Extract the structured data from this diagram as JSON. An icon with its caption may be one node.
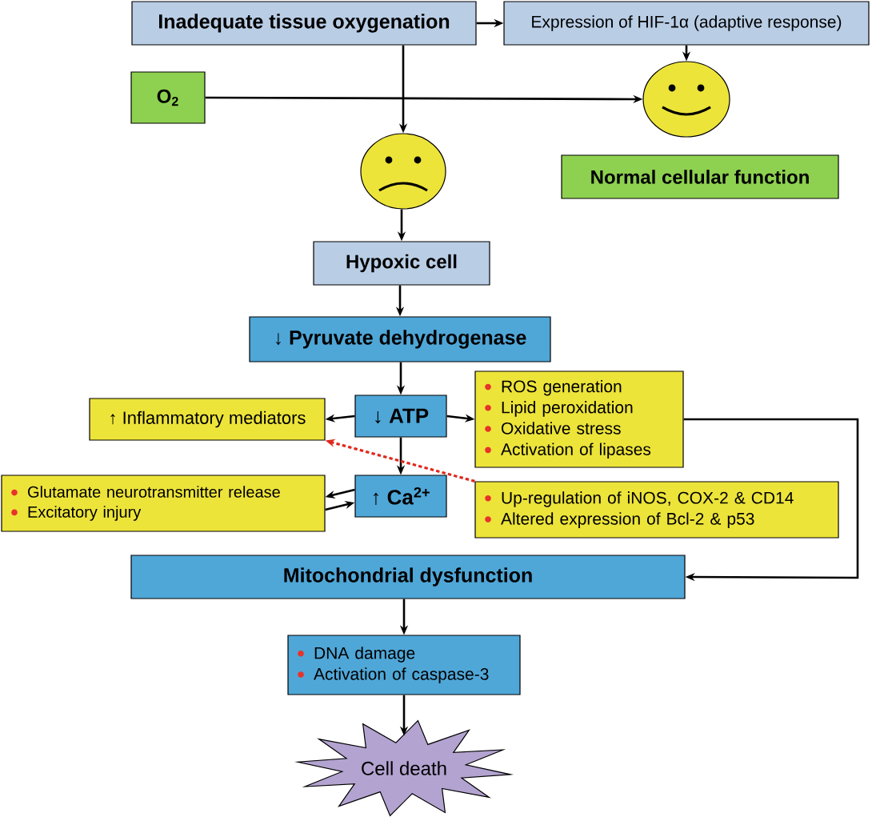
{
  "diagram": {
    "nodes": [
      {
        "text": [
          "Inadequate tissue oxygenation"
        ]
      },
      {
        "text": [
          "Expression of HIF-1α (adaptive response)"
        ]
      },
      {
        "text": [
          "O$_{2}$"
        ]
      },
      {
        "text": [],
        "shape": "circle"
      },
      {
        "text": [],
        "shape": "circle"
      },
      {
        "text": [
          "Normal cellular function"
        ]
      },
      {
        "text": [
          "Hypoxic cell"
        ]
      },
      {
        "text": [
          "↓ Pyruvate dehydrogenase"
        ]
      },
      {
        "text": [
          "↓ ATP"
        ]
      },
      {
        "text": [
          "↑ Inflammatory mediators"
        ]
      },
      {
        "text": [
          "ROS generation",
          "Lipid peroxidation",
          "Oxidative stress",
          "Activation of lipases"
        ]
      },
      {
        "text": [
          "↑ Ca$^{2+}$"
        ]
      },
      {
        "text": [
          "Glutamate neurotransmitter release",
          "Excitatory injury"
        ]
      },
      {
        "text": [
          "Up-regulation of iNOS, COX-2 & CD14",
          "Altered expression of Bcl-2 & p53"
        ]
      },
      {
        "text": [
          "Mitochondrial dysfunction"
        ]
      },
      {
        "text": [
          "DNA damage",
          "Activation of caspase-3"
        ]
      },
      {
        "text": [
          "Cell death"
        ]
      }
    ],
    "edges": [
      {
        "from": 0,
        "to": 1,
        "arrow": "to"
      },
      {
        "from": 0,
        "to": 3,
        "arrow": "to"
      },
      {
        "from": 1,
        "to": 4,
        "arrow": "to"
      },
      {
        "from": 2,
        "to": 4,
        "arrow": "to"
      },
      {
        "from": 3,
        "to": 6,
        "arrow": "to"
      },
      {
        "from": 6,
        "to": 7,
        "arrow": "to"
      },
      {
        "from": 7,
        "to": 8,
        "arrow": "to"
      },
      {
        "from": 8,
        "to": 9,
        "arrow": "to"
      },
      {
        "from": 8,
        "to": 10,
        "arrow": "to"
      },
      {
        "from": 8,
        "to": 11,
        "arrow": "to"
      },
      {
        "from": 12,
        "to": 11,
        "arrow": "to"
      },
      {
        "from": 11,
        "to": 12,
        "arrow": "to"
      },
      {
        "from": 13,
        "to": 9,
        "arrow": "to",
        "style": "dashed",
        "color": "#e0281e"
      },
      {
        "from": 10,
        "to": 14,
        "arrow": "to"
      },
      {
        "from": 14,
        "to": 15,
        "arrow": "to"
      },
      {
        "from": 15,
        "to": 16,
        "arrow": "to"
      }
    ]
  }
}
